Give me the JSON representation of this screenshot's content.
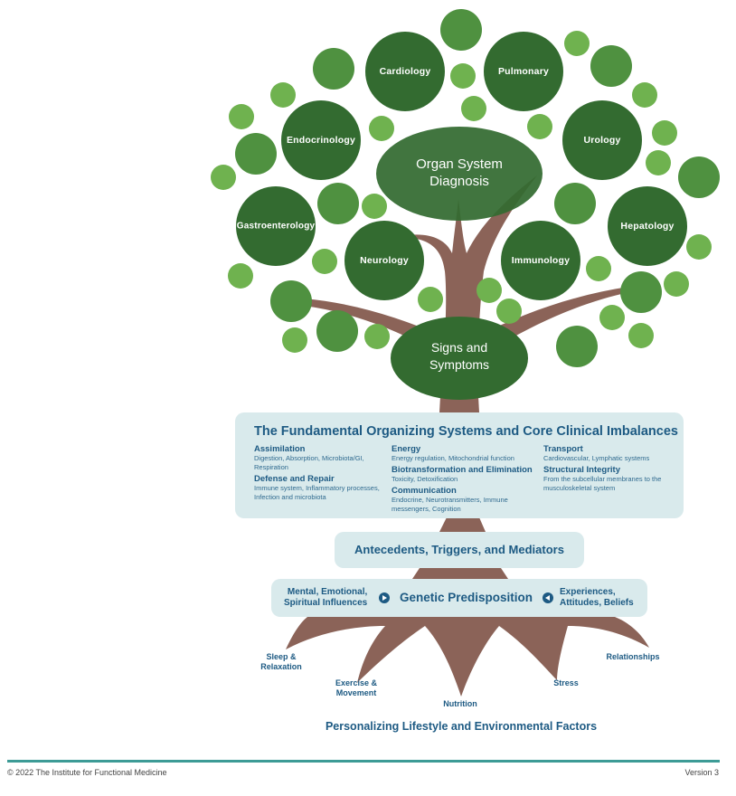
{
  "colors": {
    "dark_green": "#336b30",
    "mid_green": "#4f9140",
    "light_green": "#6fb24f",
    "trunk": "#8b6358",
    "panel_bg": "#d9eaec",
    "text_blue": "#1d5a83",
    "footer_rule": "#3d9b96"
  },
  "canopy": {
    "main_node": {
      "label_line1": "Organ System",
      "label_line2": "Diagnosis"
    },
    "base_node": {
      "label_line1": "Signs and",
      "label_line2": "Symptoms"
    },
    "specialties": [
      {
        "label": "Cardiology"
      },
      {
        "label": "Pulmonary"
      },
      {
        "label": "Endocrinology"
      },
      {
        "label": "Urology"
      },
      {
        "label": "Gastroenterology"
      },
      {
        "label": "Hepatology"
      },
      {
        "label": "Neurology"
      },
      {
        "label": "Immunology"
      }
    ]
  },
  "fundamental": {
    "title": "The Fundamental Organizing Systems and Core Clinical Imbalances",
    "columns": [
      [
        {
          "name": "Assimilation",
          "desc": "Digestion, Absorption, Microbiota/GI, Respiration"
        },
        {
          "name": "Defense and Repair",
          "desc": "Immune system, Inflammatory processes, Infection and microbiota"
        }
      ],
      [
        {
          "name": "Energy",
          "desc": "Energy regulation, Mitochondrial function"
        },
        {
          "name": "Biotransformation and Elimination",
          "desc": "Toxicity, Detoxification"
        },
        {
          "name": "Communication",
          "desc": "Endocrine, Neurotransmitters, Immune messengers, Cognition"
        }
      ],
      [
        {
          "name": "Transport",
          "desc": "Cardiovascular, Lymphatic systems"
        },
        {
          "name": "Structural Integrity",
          "desc": "From the subcellular membranes to the musculoskeletal system"
        }
      ]
    ]
  },
  "antecedents": {
    "label": "Antecedents, Triggers, and Mediators"
  },
  "genetic": {
    "left_line1": "Mental, Emotional,",
    "left_line2": "Spiritual Influences",
    "center": "Genetic Predisposition",
    "right_line1": "Experiences,",
    "right_line2": "Attitudes, Beliefs"
  },
  "roots": {
    "sleep_line1": "Sleep &",
    "sleep_line2": "Relaxation",
    "exercise_line1": "Exercise &",
    "exercise_line2": "Movement",
    "nutrition": "Nutrition",
    "stress": "Stress",
    "relationships": "Relationships",
    "title": "Personalizing Lifestyle and Environmental Factors"
  },
  "footer": {
    "copyright": "© 2022 The Institute for Functional Medicine",
    "version": "Version 3"
  }
}
